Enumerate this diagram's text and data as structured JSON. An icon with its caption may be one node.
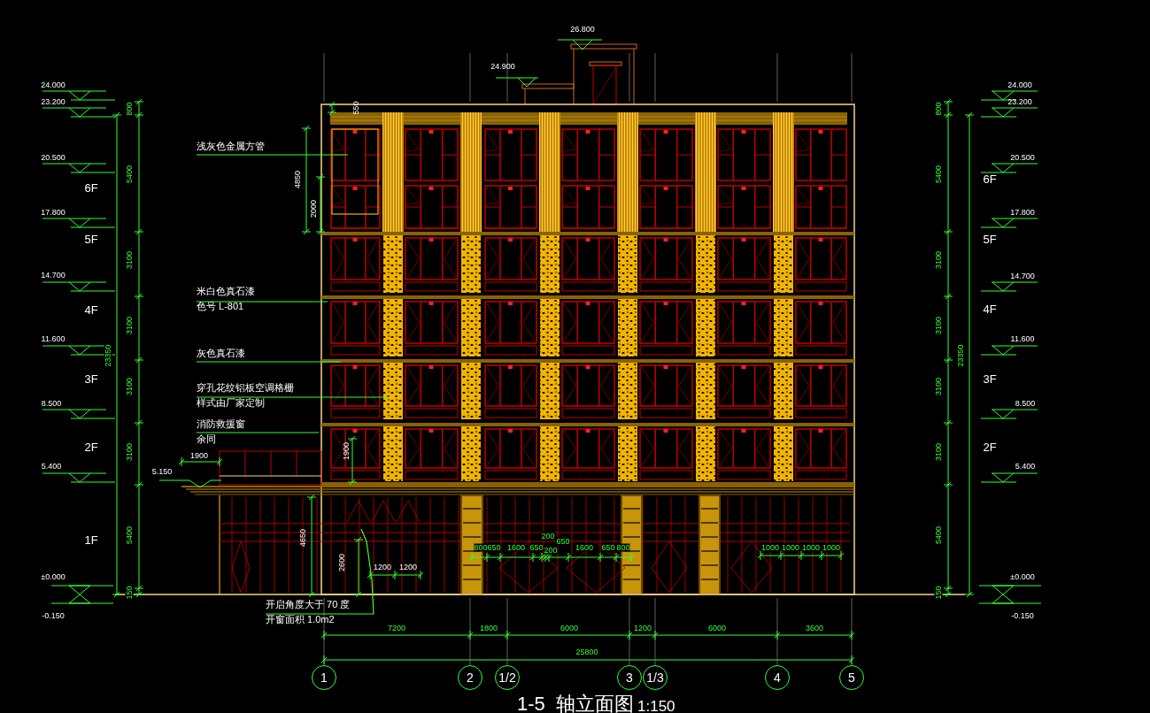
{
  "diagram": {
    "title": "1-5  轴立面图",
    "nodes": [
      {
        "text": [
          "浅灰色金属方管"
        ]
      },
      {
        "text": [
          "米白色真石漆",
          "色号 L-801"
        ]
      },
      {
        "text": [
          "灰色真石漆"
        ]
      },
      {
        "text": [
          "穿孔花纹铝板空调格栅",
          "样式由厂家定制"
        ]
      },
      {
        "text": [
          "消防救援窗",
          "余同"
        ]
      },
      {
        "text": [
          "开启角度大于 70 度",
          "开窗面积 1.0m2"
        ]
      },
      {
        "text": [
          "1"
        ]
      },
      {
        "text": [
          "2"
        ]
      },
      {
        "text": [
          "1/2"
        ]
      },
      {
        "text": [
          "3"
        ]
      },
      {
        "text": [
          "1/3"
        ]
      },
      {
        "text": [
          "4"
        ]
      },
      {
        "text": [
          "5"
        ]
      }
    ],
    "edges": [
      {
        "from": 0,
        "to": null,
        "arrow": "none"
      },
      {
        "from": 1,
        "to": null,
        "arrow": "none"
      },
      {
        "from": 2,
        "to": null,
        "arrow": "none"
      },
      {
        "from": 3,
        "to": null,
        "arrow": "none"
      },
      {
        "from": 4,
        "to": null,
        "arrow": "none"
      },
      {
        "from": 5,
        "to": null,
        "arrow": "none"
      }
    ],
    "labels": [
      "26.800",
      "24.900",
      "24.000",
      "23.200",
      "800",
      "550",
      "24.000",
      "23.200",
      "800",
      "4850",
      "20.500",
      "5400",
      "6F",
      "2000",
      "20.500",
      "5400",
      "6F",
      "17.800",
      "5F",
      "17.800",
      "5F",
      "3100",
      "3100",
      "14.700",
      "14.700",
      "4F",
      "4F",
      "3100",
      "3100",
      "11.600",
      "11.600",
      "23350",
      "23350",
      "3F",
      "3F",
      "3100",
      "3100",
      "8.500",
      "8.500",
      "2F",
      "2F",
      "3100",
      "1900",
      "1900",
      "3100",
      "5.150",
      "5.400",
      "5.400",
      "1F",
      "5400",
      "4650",
      "200",
      "650",
      "5400",
      "800",
      "650",
      "1600",
      "650",
      "200",
      "1600",
      "650",
      "800",
      "1000",
      "1000",
      "1000",
      "1000",
      "2600",
      "1200",
      "1200",
      "±0.000",
      "±0.000",
      "150",
      "150",
      "-0.150",
      "-0.150",
      "7200",
      "1800",
      "6000",
      "1200",
      "6000",
      "3600",
      "25800",
      "1:150"
    ]
  }
}
